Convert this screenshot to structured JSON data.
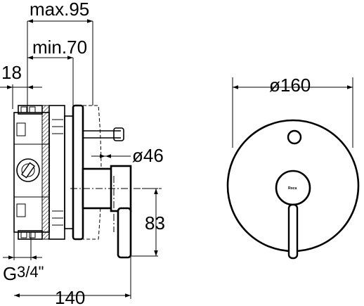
{
  "dimensions": {
    "max_depth": "max.95",
    "min_depth": "min.70",
    "wall_offset": "18",
    "knob_diameter": "ø46",
    "lever_height": "83",
    "connection_thread": "G",
    "connection_size": "3/4\"",
    "total_depth": "140",
    "plate_diameter": "ø160"
  },
  "brand_mark": "Roca"
}
